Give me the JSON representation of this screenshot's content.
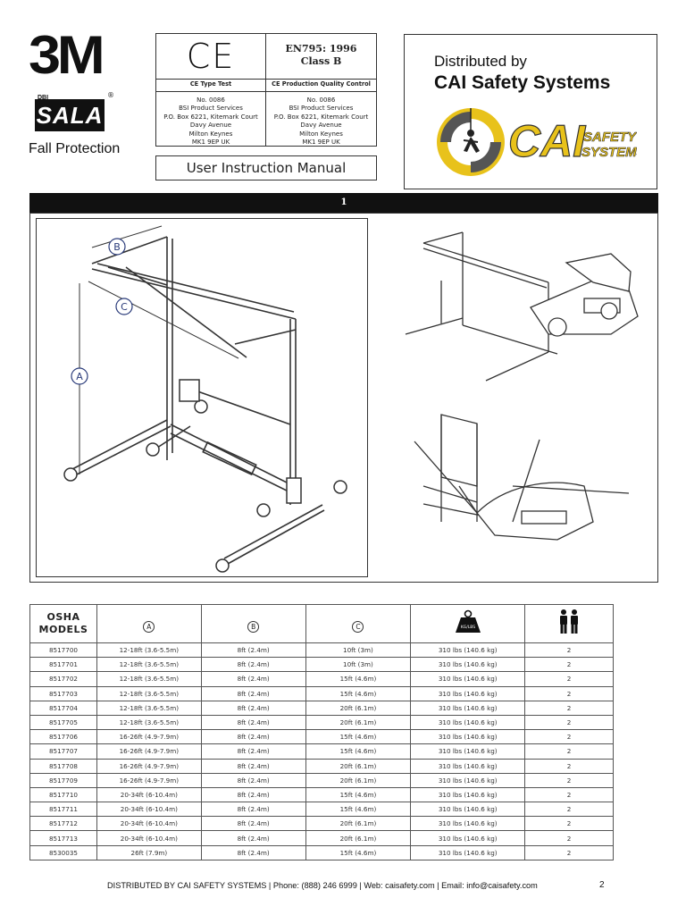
{
  "brand": {
    "logo": "3M",
    "dbi": "DBI",
    "sala": "SALA",
    "registered": "®",
    "tagline": "Fall Protection"
  },
  "cert": {
    "ce_mark": "CE",
    "standard": "EN795: 1996",
    "class": "Class B",
    "type_test": {
      "heading": "CE Type Test",
      "lines": [
        "No. 0086",
        "BSI Product Services",
        "P.O. Box 6221, Kitemark Court",
        "Davy Avenue",
        "Milton Keynes",
        "MK1 9EP UK"
      ]
    },
    "quality_control": {
      "heading": "CE Production Quality Control",
      "lines": [
        "No. 0086",
        "BSI Product Services",
        "P.O. Box 6221, Kitemark Court",
        "Davy Avenue",
        "Milton Keynes",
        "MK1 9EP UK"
      ]
    }
  },
  "manual_title": "User Instruction Manual",
  "distributor": {
    "label": "Distributed by",
    "name": "CAI Safety Systems",
    "logo_text_1": "CAI",
    "logo_text_2": "SAFETY",
    "logo_text_3": "SYSTEMS"
  },
  "section_number": "1",
  "figure": {
    "label_a": "A",
    "label_b": "B",
    "label_c": "C"
  },
  "table": {
    "header_models": [
      "OSHA",
      "MODELS"
    ],
    "header_a": "A",
    "header_b": "B",
    "header_c": "C",
    "weight_icon_text": "KG/LBS",
    "weight_icon": "weight-icon",
    "users_icon": "two-persons-icon",
    "rows": [
      [
        "8517700",
        "12-18ft (3.6-5.5m)",
        "8ft (2.4m)",
        "10ft (3m)",
        "310 lbs (140.6 kg)",
        "2"
      ],
      [
        "8517701",
        "12-18ft (3.6-5.5m)",
        "8ft (2.4m)",
        "10ft (3m)",
        "310 lbs (140.6 kg)",
        "2"
      ],
      [
        "8517702",
        "12-18ft (3.6-5.5m)",
        "8ft (2.4m)",
        "15ft (4.6m)",
        "310 lbs (140.6 kg)",
        "2"
      ],
      [
        "8517703",
        "12-18ft (3.6-5.5m)",
        "8ft (2.4m)",
        "15ft (4.6m)",
        "310 lbs (140.6 kg)",
        "2"
      ],
      [
        "8517704",
        "12-18ft (3.6-5.5m)",
        "8ft (2.4m)",
        "20ft (6.1m)",
        "310 lbs (140.6 kg)",
        "2"
      ],
      [
        "8517705",
        "12-18ft (3.6-5.5m)",
        "8ft (2.4m)",
        "20ft (6.1m)",
        "310 lbs (140.6 kg)",
        "2"
      ],
      [
        "8517706",
        "16-26ft (4.9-7.9m)",
        "8ft (2.4m)",
        "15ft (4.6m)",
        "310 lbs (140.6 kg)",
        "2"
      ],
      [
        "8517707",
        "16-26ft (4.9-7.9m)",
        "8ft (2.4m)",
        "15ft (4.6m)",
        "310 lbs (140.6 kg)",
        "2"
      ],
      [
        "8517708",
        "16-26ft (4.9-7.9m)",
        "8ft (2.4m)",
        "20ft (6.1m)",
        "310 lbs (140.6 kg)",
        "2"
      ],
      [
        "8517709",
        "16-26ft (4.9-7.9m)",
        "8ft (2.4m)",
        "20ft (6.1m)",
        "310 lbs (140.6 kg)",
        "2"
      ],
      [
        "8517710",
        "20-34ft (6-10.4m)",
        "8ft (2.4m)",
        "15ft (4.6m)",
        "310 lbs (140.6 kg)",
        "2"
      ],
      [
        "8517711",
        "20-34ft (6-10.4m)",
        "8ft (2.4m)",
        "15ft (4.6m)",
        "310 lbs (140.6 kg)",
        "2"
      ],
      [
        "8517712",
        "20-34ft (6-10.4m)",
        "8ft (2.4m)",
        "20ft (6.1m)",
        "310 lbs (140.6 kg)",
        "2"
      ],
      [
        "8517713",
        "20-34ft (6-10.4m)",
        "8ft (2.4m)",
        "20ft (6.1m)",
        "310 lbs (140.6 kg)",
        "2"
      ],
      [
        "8530035",
        "26ft (7.9m)",
        "8ft (2.4m)",
        "15ft (4.6m)",
        "310 lbs (140.6 kg)",
        "2"
      ]
    ]
  },
  "footer": {
    "text": "DISTRIBUTED BY CAI SAFETY SYSTEMS | Phone: (888) 246 6999 | Web: caisafety.com | Email: info@caisafety.com",
    "page": "2"
  }
}
